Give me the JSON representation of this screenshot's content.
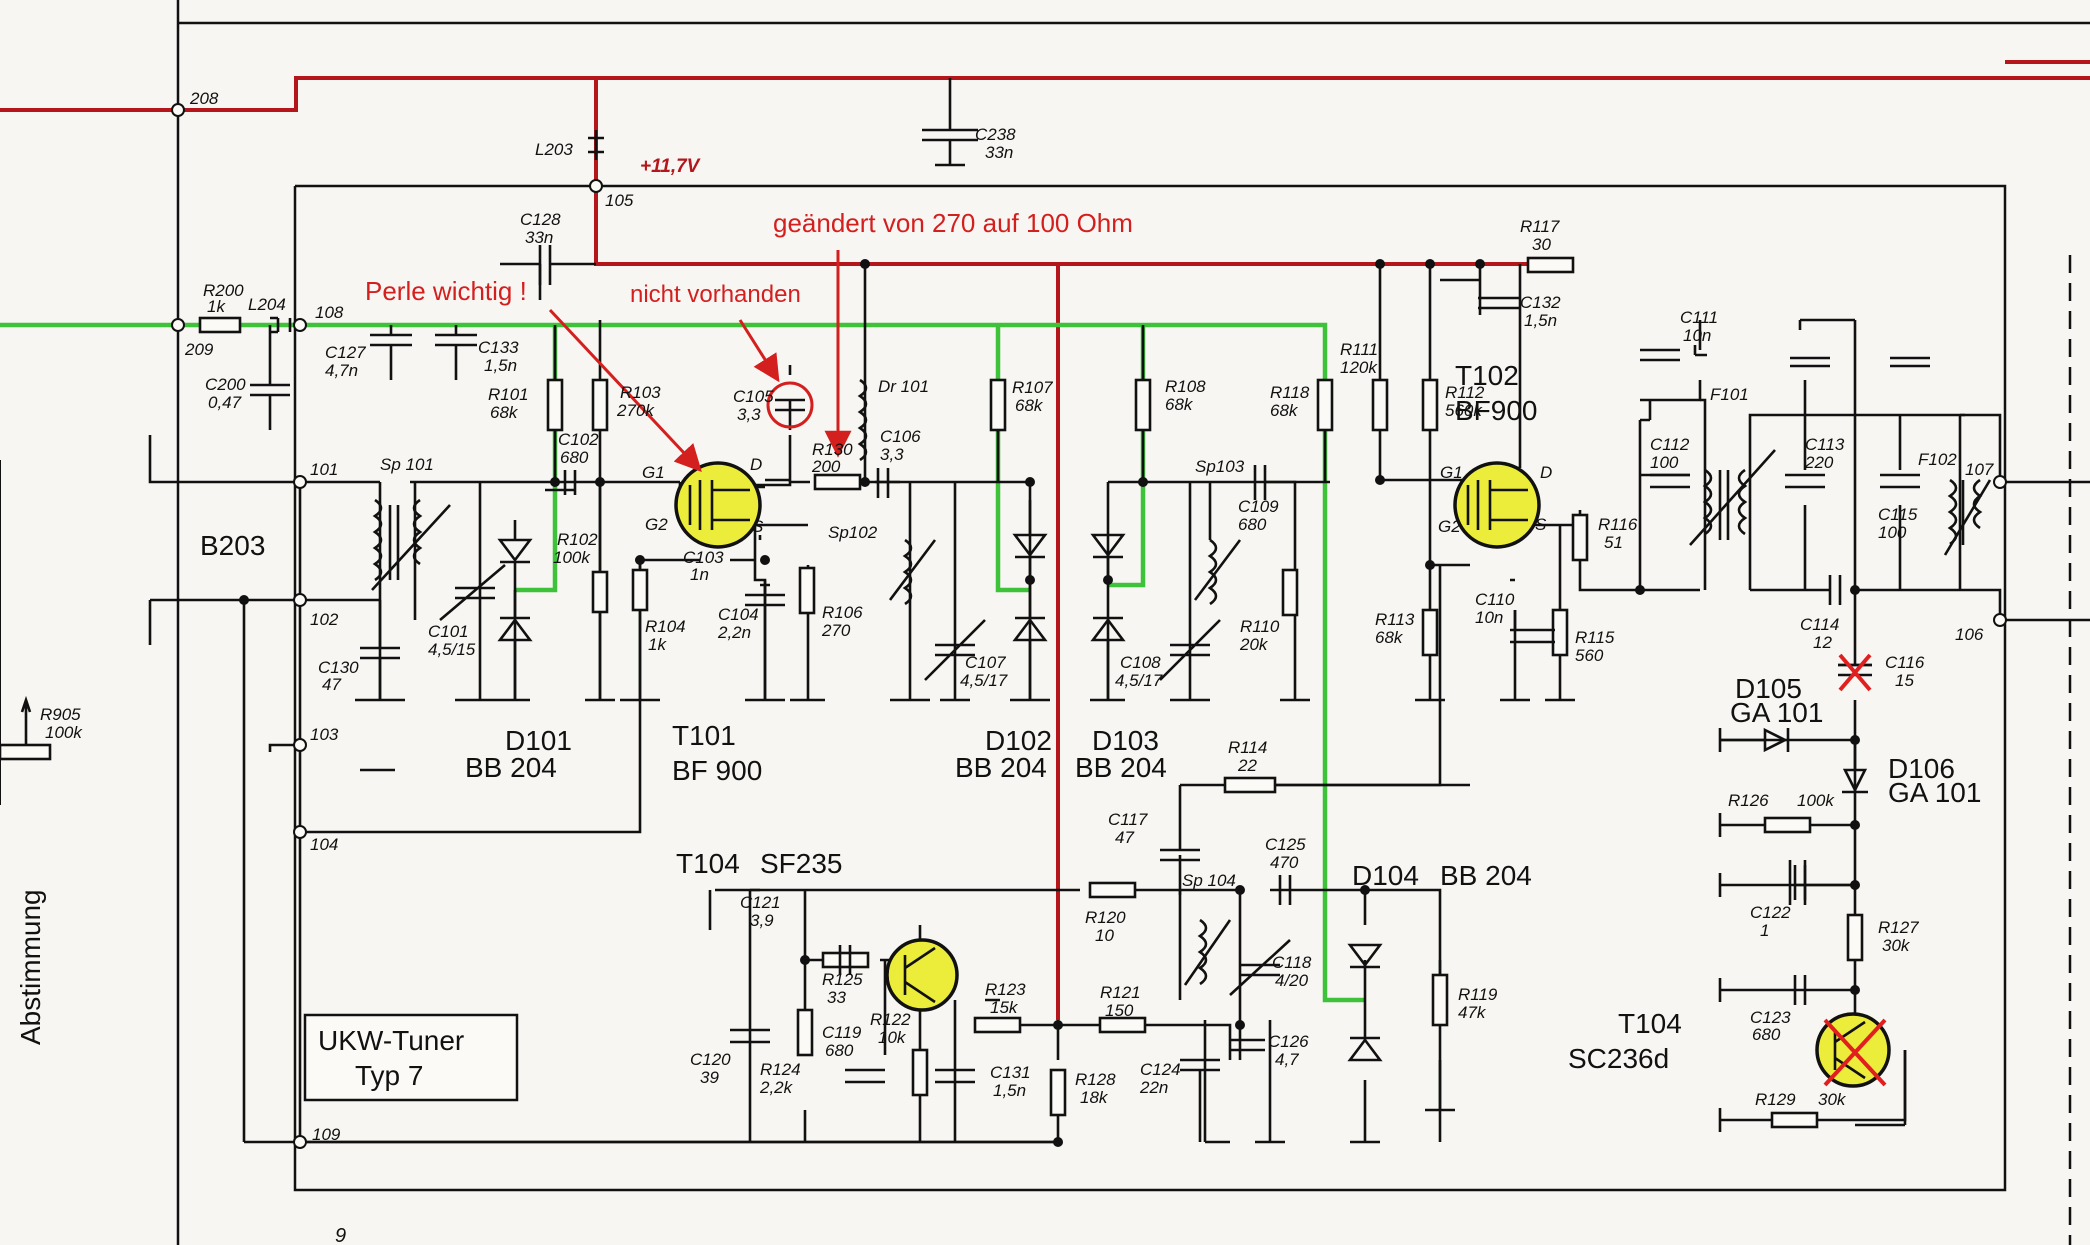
{
  "title_box": {
    "line1": "UKW-Tuner",
    "line2": "Typ 7"
  },
  "side_label": "Abstimmung",
  "supply_label": "+11,7V",
  "page_number": "9",
  "annotations": {
    "resistor_change": "geändert von 270 auf 100 Ohm",
    "bead_note": "Perle wichtig !",
    "not_present": "nicht vorhanden"
  },
  "nodes": [
    "208",
    "105",
    "108",
    "209",
    "101",
    "102",
    "103",
    "104",
    "109",
    "106",
    "107"
  ],
  "transistors": {
    "T101": {
      "name": "T101",
      "type": "BF 900"
    },
    "T102": {
      "name": "T102",
      "type": "BF900"
    },
    "T104_osc": {
      "name": "T104",
      "type": "SF235"
    },
    "T104_afc": {
      "name": "T104",
      "type": "SC236d"
    }
  },
  "diodes": {
    "D101": {
      "name": "D101",
      "type": "BB 204"
    },
    "D102": {
      "name": "D102",
      "type": "BB 204"
    },
    "D103": {
      "name": "D103",
      "type": "BB 204"
    },
    "D104": {
      "name": "D104",
      "type": "BB 204"
    },
    "D105": {
      "name": "D105",
      "type": "GA 101"
    },
    "D106": {
      "name": "D106",
      "type": "GA 101"
    }
  },
  "misc": {
    "B203": "B203",
    "L203": "L203",
    "L204": "L204",
    "Dr101": "Dr 101",
    "Sp101": "Sp 101",
    "Sp102": "Sp102",
    "Sp103": "Sp103",
    "Sp104": "Sp 104",
    "F101": "F101",
    "F102": "F102",
    "G1a": "G1",
    "G2a": "G2",
    "Da": "D",
    "Sa": "S",
    "G1b": "G1",
    "G2b": "G2",
    "Db": "D",
    "Sb": "S"
  },
  "components": {
    "R200": {
      "ref": "R200",
      "value": "1k"
    },
    "C238": {
      "ref": "C238",
      "value": "33n"
    },
    "C128": {
      "ref": "C128",
      "value": "33n"
    },
    "C200": {
      "ref": "C200",
      "value": "0,47"
    },
    "C127": {
      "ref": "C127",
      "value": "4,7n"
    },
    "C133": {
      "ref": "C133",
      "value": "1,5n"
    },
    "R101": {
      "ref": "R101",
      "value": "68k"
    },
    "R102": {
      "ref": "R102",
      "value": "100k"
    },
    "C102": {
      "ref": "C102",
      "value": "680"
    },
    "R103": {
      "ref": "R103",
      "value": "270k"
    },
    "C105": {
      "ref": "C105",
      "value": "3,3"
    },
    "R130": {
      "ref": "R130",
      "value": "200"
    },
    "C106": {
      "ref": "C106",
      "value": "3,3"
    },
    "C103": {
      "ref": "C103",
      "value": "1n"
    },
    "R104": {
      "ref": "R104",
      "value": "1k"
    },
    "C104": {
      "ref": "C104",
      "value": "2,2n"
    },
    "R106": {
      "ref": "R106",
      "value": "270"
    },
    "C130": {
      "ref": "C130",
      "value": "47"
    },
    "C101": {
      "ref": "C101",
      "value": "4,5/15"
    },
    "R107": {
      "ref": "R107",
      "value": "68k"
    },
    "C107": {
      "ref": "C107",
      "value": "4,5/17"
    },
    "R108": {
      "ref": "R108",
      "value": "68k"
    },
    "C109": {
      "ref": "C109",
      "value": "680"
    },
    "C108": {
      "ref": "C108",
      "value": "4,5/17"
    },
    "R110": {
      "ref": "R110",
      "value": "20k"
    },
    "R118": {
      "ref": "R118",
      "value": "68k"
    },
    "R111": {
      "ref": "R111",
      "value": "120k"
    },
    "R112": {
      "ref": "R112",
      "value": "560k"
    },
    "R113": {
      "ref": "R113",
      "value": "68k"
    },
    "C110": {
      "ref": "C110",
      "value": "10n"
    },
    "R115": {
      "ref": "R115",
      "value": "560"
    },
    "R116": {
      "ref": "R116",
      "value": "51"
    },
    "R117": {
      "ref": "R117",
      "value": "30"
    },
    "C132": {
      "ref": "C132",
      "value": "1,5n"
    },
    "C111": {
      "ref": "C111",
      "value": "10n"
    },
    "C112": {
      "ref": "C112",
      "value": "100"
    },
    "C113": {
      "ref": "C113",
      "value": "220"
    },
    "C115": {
      "ref": "C115",
      "value": "100"
    },
    "C114": {
      "ref": "C114",
      "value": "12"
    },
    "C116": {
      "ref": "C116",
      "value": "15"
    },
    "R126": {
      "ref": "R126",
      "value": "100k"
    },
    "C122": {
      "ref": "C122",
      "value": "1"
    },
    "R127": {
      "ref": "R127",
      "value": "30k"
    },
    "C123": {
      "ref": "C123",
      "value": "680"
    },
    "R129": {
      "ref": "R129",
      "value": "30k"
    },
    "R114": {
      "ref": "R114",
      "value": "22"
    },
    "C117": {
      "ref": "C117",
      "value": "47"
    },
    "C125": {
      "ref": "C125",
      "value": "470"
    },
    "C121": {
      "ref": "C121",
      "value": "3,9"
    },
    "R125": {
      "ref": "R125",
      "value": "33"
    },
    "C119": {
      "ref": "C119",
      "value": "680"
    },
    "C120": {
      "ref": "C120",
      "value": "39"
    },
    "R124": {
      "ref": "R124",
      "value": "2,2k"
    },
    "R122": {
      "ref": "R122",
      "value": "10k"
    },
    "R123": {
      "ref": "R123",
      "value": "15k"
    },
    "C131": {
      "ref": "C131",
      "value": "1,5n"
    },
    "R128": {
      "ref": "R128",
      "value": "18k"
    },
    "R120": {
      "ref": "R120",
      "value": "10"
    },
    "R121": {
      "ref": "R121",
      "value": "150"
    },
    "C124": {
      "ref": "C124",
      "value": "22n"
    },
    "C118": {
      "ref": "C118",
      "value": "4/20"
    },
    "C126": {
      "ref": "C126",
      "value": "4,7"
    },
    "R119": {
      "ref": "R119",
      "value": "47k"
    },
    "R905": {
      "ref": "R905",
      "value": "100k"
    }
  }
}
